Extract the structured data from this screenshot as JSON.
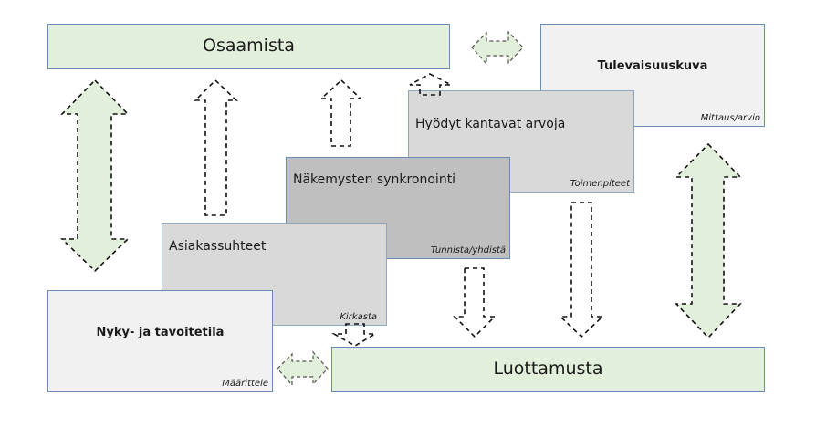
{
  "diagram": {
    "top_bar": {
      "title": "Osaamista"
    },
    "bottom_bar": {
      "title": "Luottamusta"
    },
    "future_box": {
      "title": "Tulevaisuuskuva",
      "note": "Mittaus/arvio"
    },
    "benefits_box": {
      "title": "Hyödyt kantavat arvoja",
      "note": "Toimenpiteet"
    },
    "sync_box": {
      "title": "Näkemysten synkronointi",
      "note": "Tunnista/yhdistä"
    },
    "customer_box": {
      "title": "Asiakassuhteet",
      "note": "Kirkasta"
    },
    "state_box": {
      "title": "Nyky- ja tavoitetila",
      "note": "Määrittele"
    },
    "colors": {
      "green_fill": "#e2efda",
      "light_fill": "#f1f1f1",
      "mid_fill": "#d9d9d9",
      "dark_fill": "#bfbfbf",
      "border": "#6a8db5"
    }
  }
}
